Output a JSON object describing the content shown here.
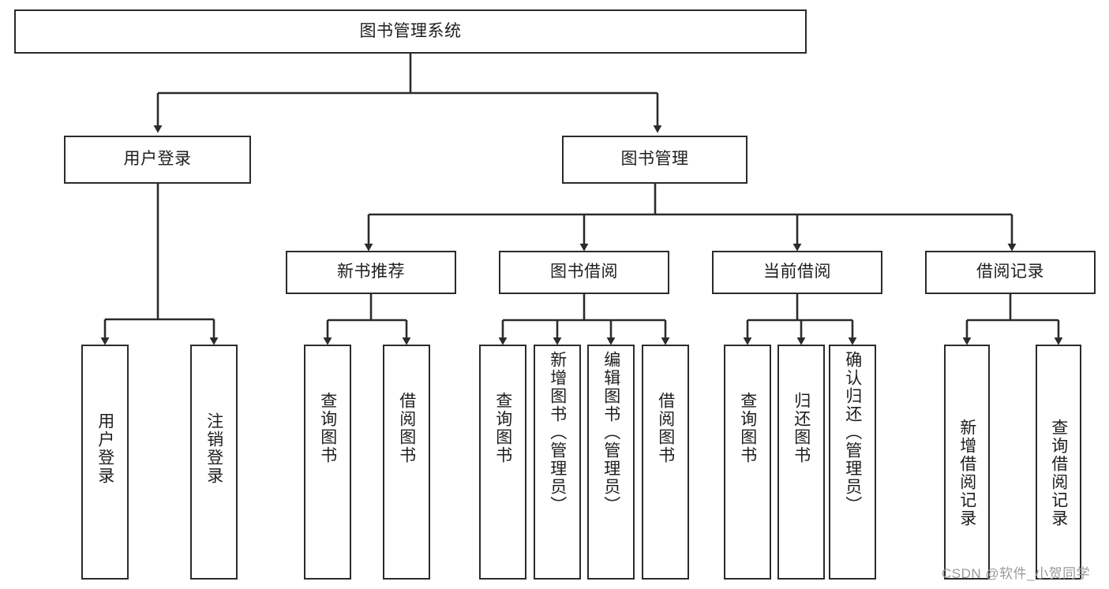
{
  "diagram": {
    "type": "tree-hierarchy",
    "title": "图书管理系统",
    "watermark": "CSDN @软件_小贺同学",
    "colors": {
      "box_border": "#2b2b2b",
      "box_fill": "#ffffff",
      "connector": "#2b2b2b",
      "text": "#1e1e1e",
      "watermark": "#9a9a9a",
      "background": "#ffffff"
    },
    "root": {
      "label": "图书管理系统"
    },
    "level1": [
      {
        "label": "用户登录"
      },
      {
        "label": "图书管理"
      }
    ],
    "level2": [
      {
        "label": "新书推荐"
      },
      {
        "label": "图书借阅"
      },
      {
        "label": "当前借阅"
      },
      {
        "label": "借阅记录"
      }
    ],
    "leaves": {
      "user_login": [
        {
          "label": "用户登录"
        },
        {
          "label": "注销登录"
        }
      ],
      "new_book_recommend": [
        {
          "label": "查询图书"
        },
        {
          "label": "借阅图书"
        }
      ],
      "book_borrow": [
        {
          "label": "查询图书"
        },
        {
          "label": "新增图书（管理员）"
        },
        {
          "label": "编辑图书（管理员）"
        },
        {
          "label": "借阅图书"
        }
      ],
      "current_borrow": [
        {
          "label": "查询图书"
        },
        {
          "label": "归还图书"
        },
        {
          "label": "确认归还（管理员）"
        }
      ],
      "borrow_record": [
        {
          "label": "新增借阅记录"
        },
        {
          "label": "查询借阅记录"
        }
      ]
    }
  }
}
